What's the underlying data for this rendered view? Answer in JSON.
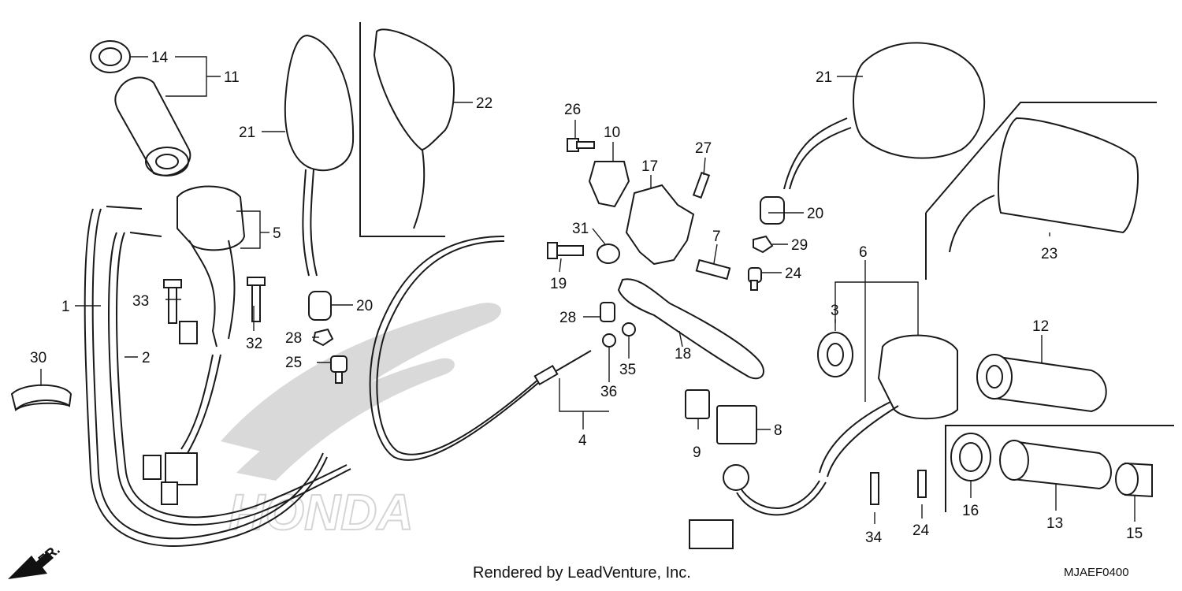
{
  "diagram": {
    "credit": "Rendered by LeadVenture, Inc.",
    "code": "MJAEF0400",
    "direction_mark": "FR.",
    "watermark": "HONDA"
  },
  "callouts": [
    "1",
    "2",
    "3",
    "4",
    "5",
    "6",
    "7",
    "8",
    "9",
    "10",
    "11",
    "12",
    "13",
    "14",
    "15",
    "16",
    "17",
    "18",
    "19",
    "20",
    "20",
    "21",
    "21",
    "22",
    "23",
    "24",
    "24",
    "25",
    "26",
    "27",
    "28",
    "28",
    "29",
    "30",
    "31",
    "32",
    "33",
    "34",
    "35",
    "36"
  ]
}
